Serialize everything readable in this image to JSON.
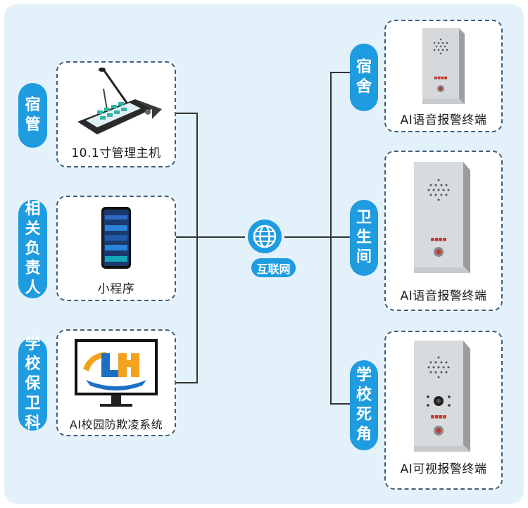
{
  "left_groups": [
    {
      "label": "宿管",
      "device": "10.1寸管理主机"
    },
    {
      "label": "相关负责人",
      "device": "小程序"
    },
    {
      "label": "学校保卫科",
      "device": "AI校园防欺凌系统"
    }
  ],
  "right_groups": [
    {
      "label": "宿舍",
      "device": "AI语音报警终端"
    },
    {
      "label": "卫生间",
      "device": "AI语音报警终端"
    },
    {
      "label": "学校死角",
      "device": "AI可视报警终端"
    }
  ],
  "hub": {
    "label": "互联网",
    "icon": "globe-icon"
  },
  "colors": {
    "accent": "#1f9be0",
    "background": "#e3f1fb",
    "card_border": "#3f5f78"
  }
}
